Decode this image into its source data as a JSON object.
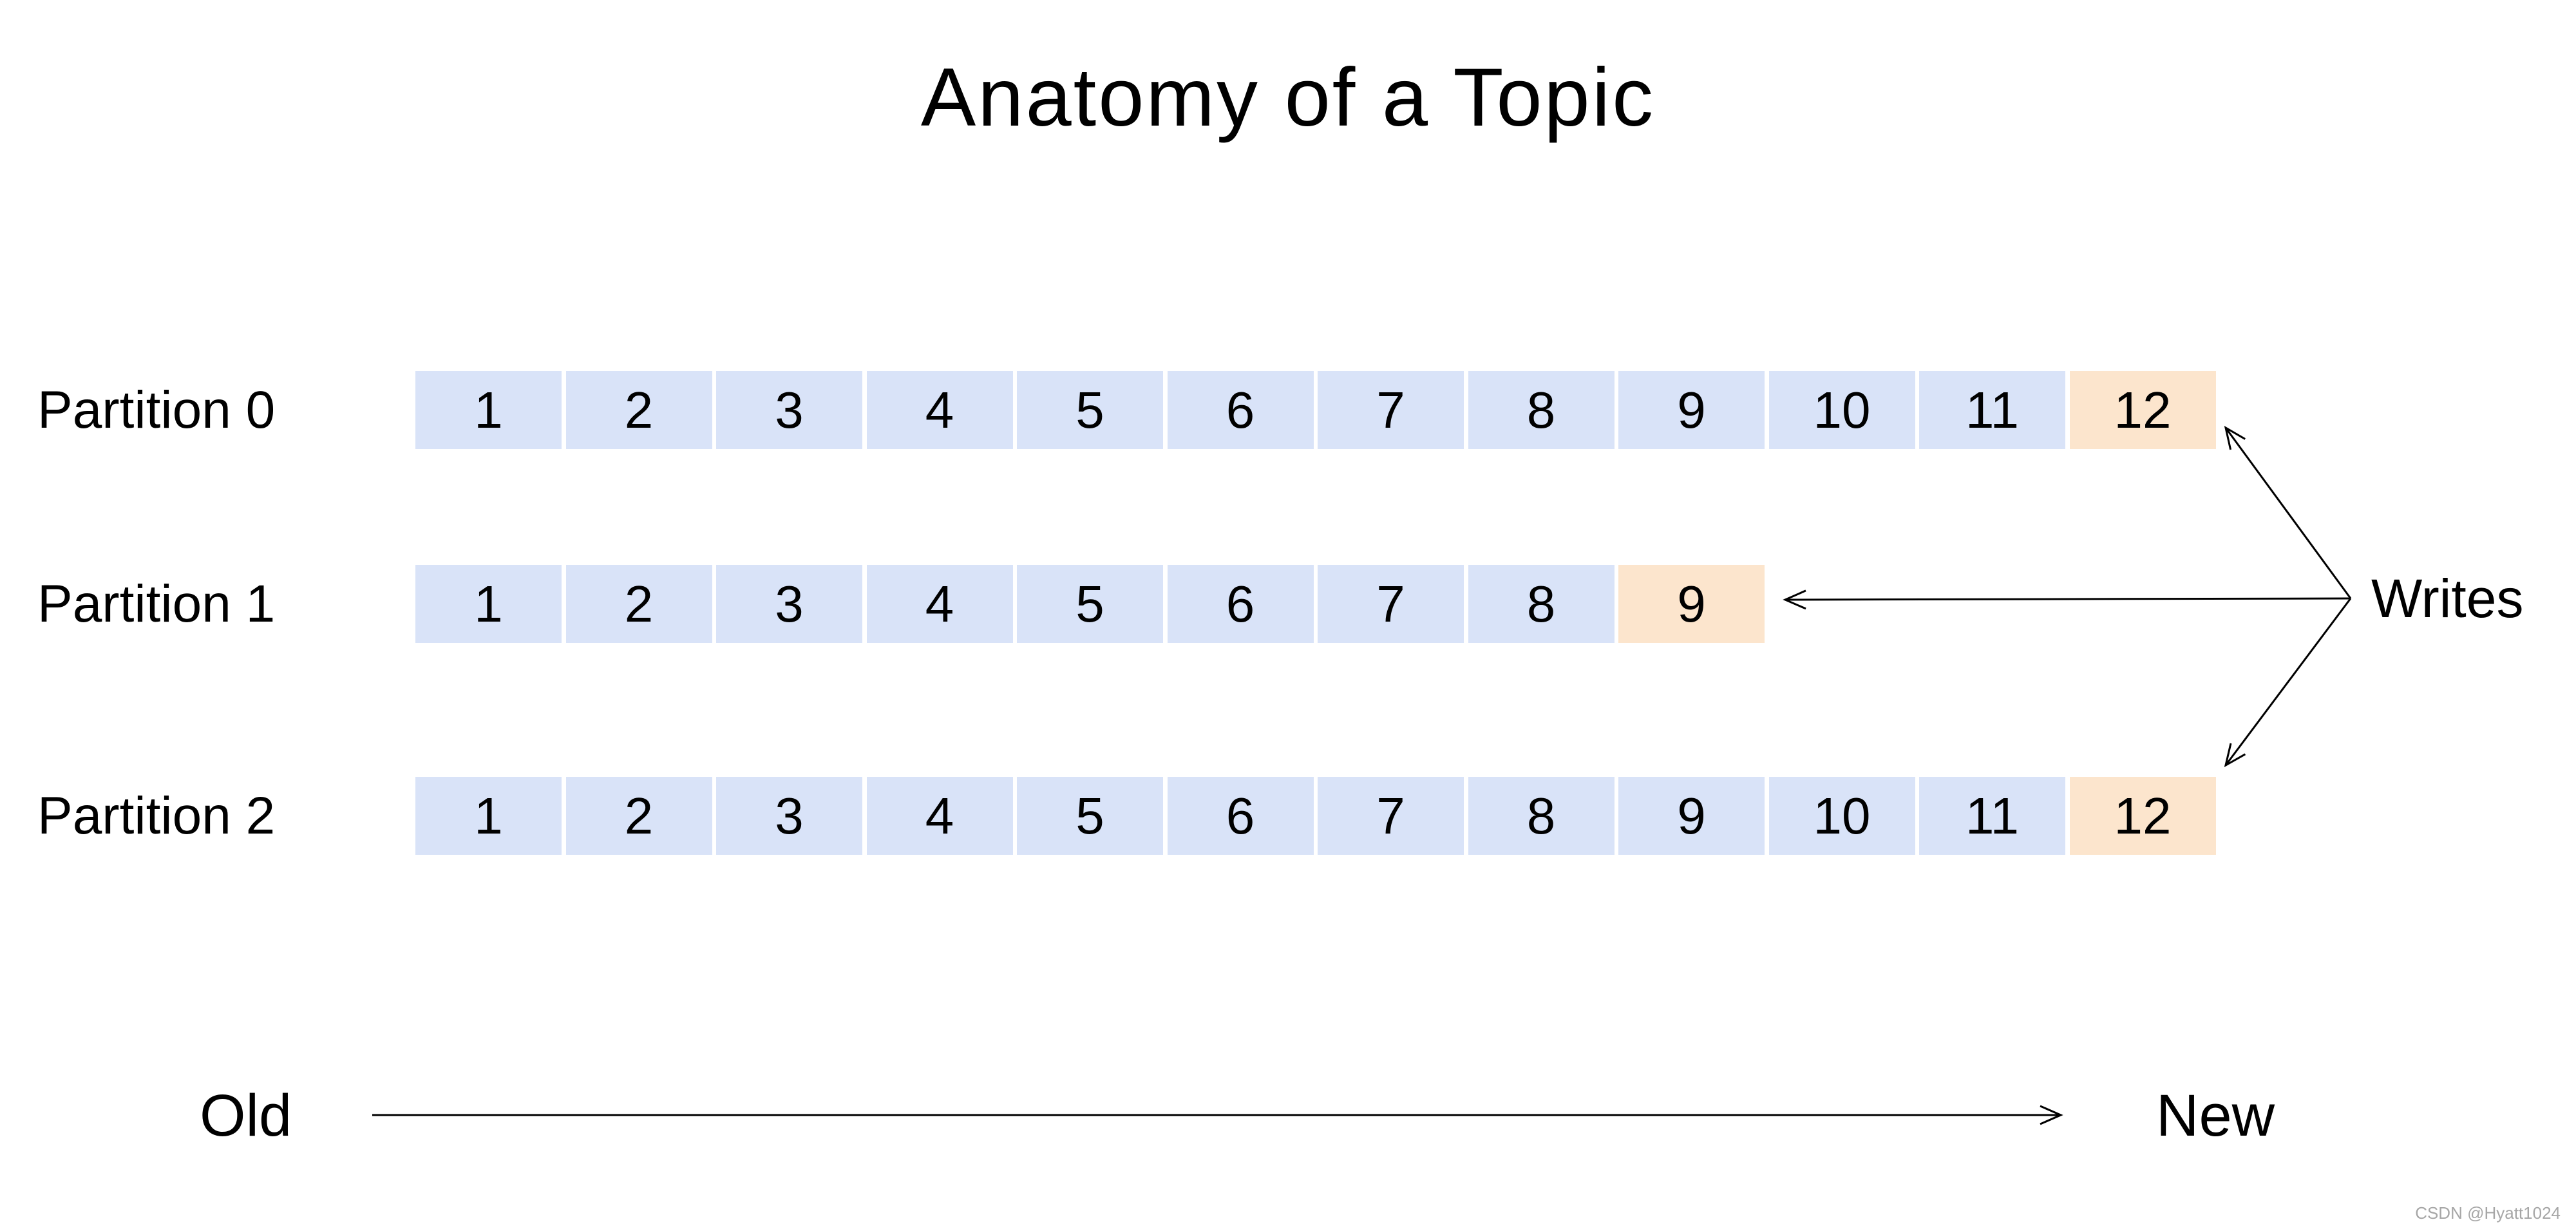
{
  "title": "Anatomy of a Topic",
  "partitions": [
    {
      "label": "Partition 0",
      "cells": [
        "1",
        "2",
        "3",
        "4",
        "5",
        "6",
        "7",
        "8",
        "9",
        "10",
        "11",
        "12"
      ],
      "highlight_index": 11
    },
    {
      "label": "Partition 1",
      "cells": [
        "1",
        "2",
        "3",
        "4",
        "5",
        "6",
        "7",
        "8",
        "9"
      ],
      "highlight_index": 8
    },
    {
      "label": "Partition 2",
      "cells": [
        "1",
        "2",
        "3",
        "4",
        "5",
        "6",
        "7",
        "8",
        "9",
        "10",
        "11",
        "12"
      ],
      "highlight_index": 11
    }
  ],
  "writes_label": "Writes",
  "old_label": "Old",
  "new_label": "New",
  "watermark": "CSDN @Hyatt1024",
  "colors": {
    "cell_blue": "#d9e3f8",
    "cell_peach": "#fce5cd",
    "arrow": "#000000",
    "watermark": "#a6a6a6"
  }
}
